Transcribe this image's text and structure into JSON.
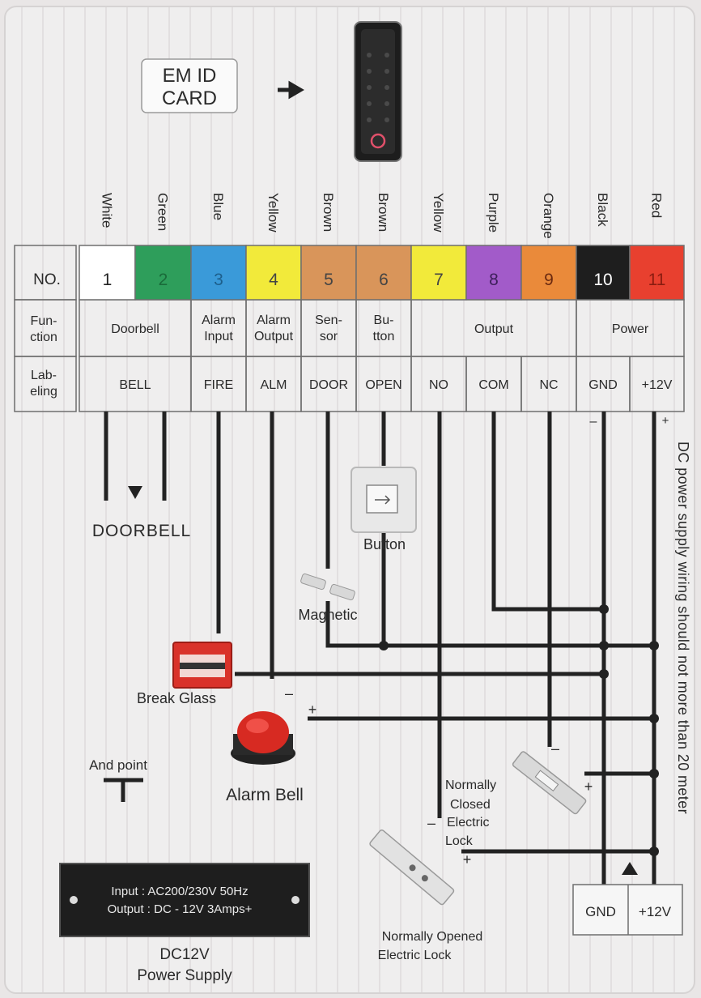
{
  "card_label": [
    "EM ID",
    "CARD"
  ],
  "colors": {
    "wires": [
      "#ffffff",
      "#2e9e5b",
      "#3a9ad9",
      "#f2ea3a",
      "#d9955a",
      "#d9955a",
      "#f2ea3a",
      "#a25bc9",
      "#ea8a3a",
      "#1e1e1e",
      "#e8402f"
    ],
    "label_text": [
      "#222222",
      "#1a6b3a",
      "#1d5f8c",
      "#444444",
      "#444444",
      "#444444",
      "#444444",
      "#3d1f5a",
      "#6b2a10",
      "#ffffff",
      "#8a1c10"
    ]
  },
  "table": {
    "color_names": [
      "White",
      "Green",
      "Blue",
      "Yellow",
      "Brown",
      "Brown",
      "Yellow",
      "Purple",
      "Orange",
      "Black",
      "Red"
    ],
    "no_header": "NO.",
    "numbers": [
      "1",
      "2",
      "3",
      "4",
      "5",
      "6",
      "7",
      "8",
      "9",
      "10",
      "11"
    ],
    "function_header": [
      "Fun-",
      "ction"
    ],
    "functions": [
      {
        "lines": [
          "Doorbell"
        ]
      },
      {
        "lines": [
          "Alarm",
          "Input"
        ]
      },
      {
        "lines": [
          "Alarm",
          "Output"
        ]
      },
      {
        "lines": [
          "Sen-",
          "sor"
        ]
      },
      {
        "lines": [
          "Bu-",
          "tton"
        ]
      },
      {
        "lines": [
          "Output"
        ]
      },
      {
        "lines": [
          "Power"
        ]
      }
    ],
    "labeling_header": [
      "Lab-",
      "eling"
    ],
    "labeling": [
      "BELL",
      "FIRE",
      "ALM",
      "DOOR",
      "OPEN",
      "NO",
      "COM",
      "NC",
      "GND",
      "+12V"
    ]
  },
  "components": {
    "doorbell": "DOORBELL",
    "button": "Button",
    "magnetic": "Magnetic",
    "break_glass": "Break Glass",
    "alarm_bell": "Alarm Bell",
    "and_point": "And point",
    "nc_lock": [
      "Normally",
      "Closed",
      "Electric",
      "Lock"
    ],
    "no_lock": [
      "Normally Opened",
      "Electric Lock"
    ],
    "power_supply_plate": [
      "Input : AC200/230V 50Hz",
      "Output : DC - 12V  3Amps+"
    ],
    "power_supply_label": [
      "DC12V",
      "Power Supply"
    ],
    "psu_terminals": [
      "GND",
      "+12V"
    ],
    "side_note": "DC power supply wiring should not more than 20 meter"
  },
  "polarity": {
    "minus": "–",
    "plus": "+"
  }
}
